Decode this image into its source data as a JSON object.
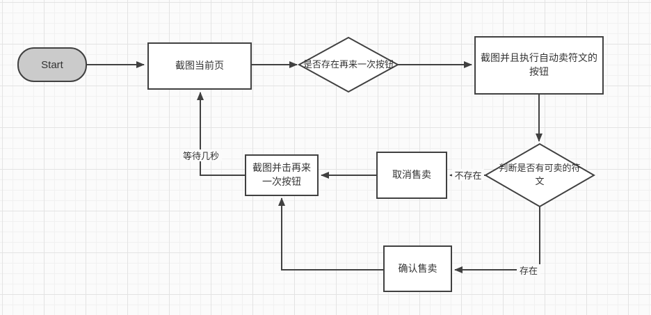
{
  "diagram": {
    "title": "auto-sell-runes-flowchart",
    "nodes": {
      "start": {
        "label": "Start",
        "shape": "stadium",
        "fill": "#cbcbcb"
      },
      "screenshot_current_page": {
        "label": "截图当前页",
        "shape": "rect"
      },
      "check_retry_button": {
        "label": "是否存在再来一次按钮",
        "shape": "diamond"
      },
      "auto_sell_rune_button": {
        "label": "截图并且执行自动卖符文的\n按钮",
        "shape": "rect"
      },
      "check_sellable_runes": {
        "label": "判断是否有可卖的符\n文",
        "shape": "diamond"
      },
      "cancel_sale": {
        "label": "取消售卖",
        "shape": "rect"
      },
      "screenshot_click_retry": {
        "label": "截图并击再来\n一次按钮",
        "shape": "rect"
      },
      "confirm_sale": {
        "label": "确认售卖",
        "shape": "rect"
      }
    },
    "edge_labels": {
      "wait_seconds": "等待几秒",
      "not_exist": "不存在",
      "exist": "存在"
    },
    "colors": {
      "stroke": "#404040",
      "node_fill": "#ffffff",
      "start_fill": "#cbcbcb",
      "text": "#333333",
      "canvas": "#fbfbfb",
      "grid_minor": "#f1f1f1",
      "grid_major": "#e3e3e3"
    }
  }
}
